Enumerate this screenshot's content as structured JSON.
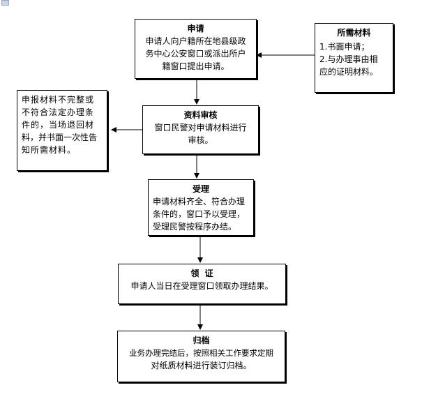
{
  "diagram": {
    "apply": {
      "title": "申请",
      "lines": [
        "申请人向户籍所在地县级政",
        "务中心公安窗口或派出所户",
        "籍窗口提出申请。"
      ]
    },
    "materials": {
      "title": "所需材料",
      "lines": [
        "1.书面申请；",
        "2.与办理事由相",
        "应的证明材料。"
      ]
    },
    "review": {
      "title": "资料审核",
      "lines": [
        "窗口民警对申请材料进行",
        "审核。"
      ]
    },
    "reject": {
      "lines": [
        "申报材料不完整或",
        "不符合法定办理条",
        "件的，当场退回材",
        "料，并书面一次性告",
        "知所需材料。"
      ]
    },
    "accept": {
      "title": "受理",
      "lines": [
        "申请材料齐全、符合办理",
        "条件的，窗口予以受理，",
        "受理民警按程序办结。"
      ]
    },
    "collect": {
      "title": "领  证",
      "lines": [
        "申请人当日在受理窗口领取办理结果。"
      ]
    },
    "archive": {
      "title": "归档",
      "lines": [
        "业务办理完结后，按照相关工作要求定期",
        "对纸质材料进行装订归档。"
      ]
    }
  }
}
